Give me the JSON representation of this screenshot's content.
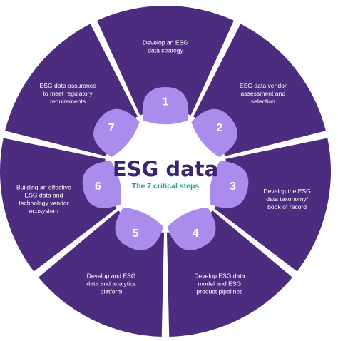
{
  "title": "ESG data",
  "subtitle": "The 7 critical steps",
  "colors": {
    "segment": "#4b2c7f",
    "petal": "#a98cec",
    "title": "#3b2470",
    "subtitle": "#2a9d9a",
    "text": "#ffffff",
    "background": "#ffffff"
  },
  "steps": [
    {
      "number": "1",
      "lines": [
        "Develop an ESG",
        "data strategy"
      ]
    },
    {
      "number": "2",
      "lines": [
        "ESG data vendor",
        "assessment and",
        "selection"
      ]
    },
    {
      "number": "3",
      "lines": [
        "Develop the ESG",
        "data taxonomy/",
        "book of record"
      ]
    },
    {
      "number": "4",
      "lines": [
        "Develop ESG data",
        "model and ESG",
        "product pipelines"
      ]
    },
    {
      "number": "5",
      "lines": [
        "Develop and ESG",
        "data and analytics",
        "platform"
      ]
    },
    {
      "number": "6",
      "lines": [
        "Building an effective",
        "ESG data and",
        "technology vendor",
        "ecosystem"
      ]
    },
    {
      "number": "7",
      "lines": [
        "ESG data assurance",
        "to meet regulatory",
        "requirements"
      ]
    }
  ]
}
